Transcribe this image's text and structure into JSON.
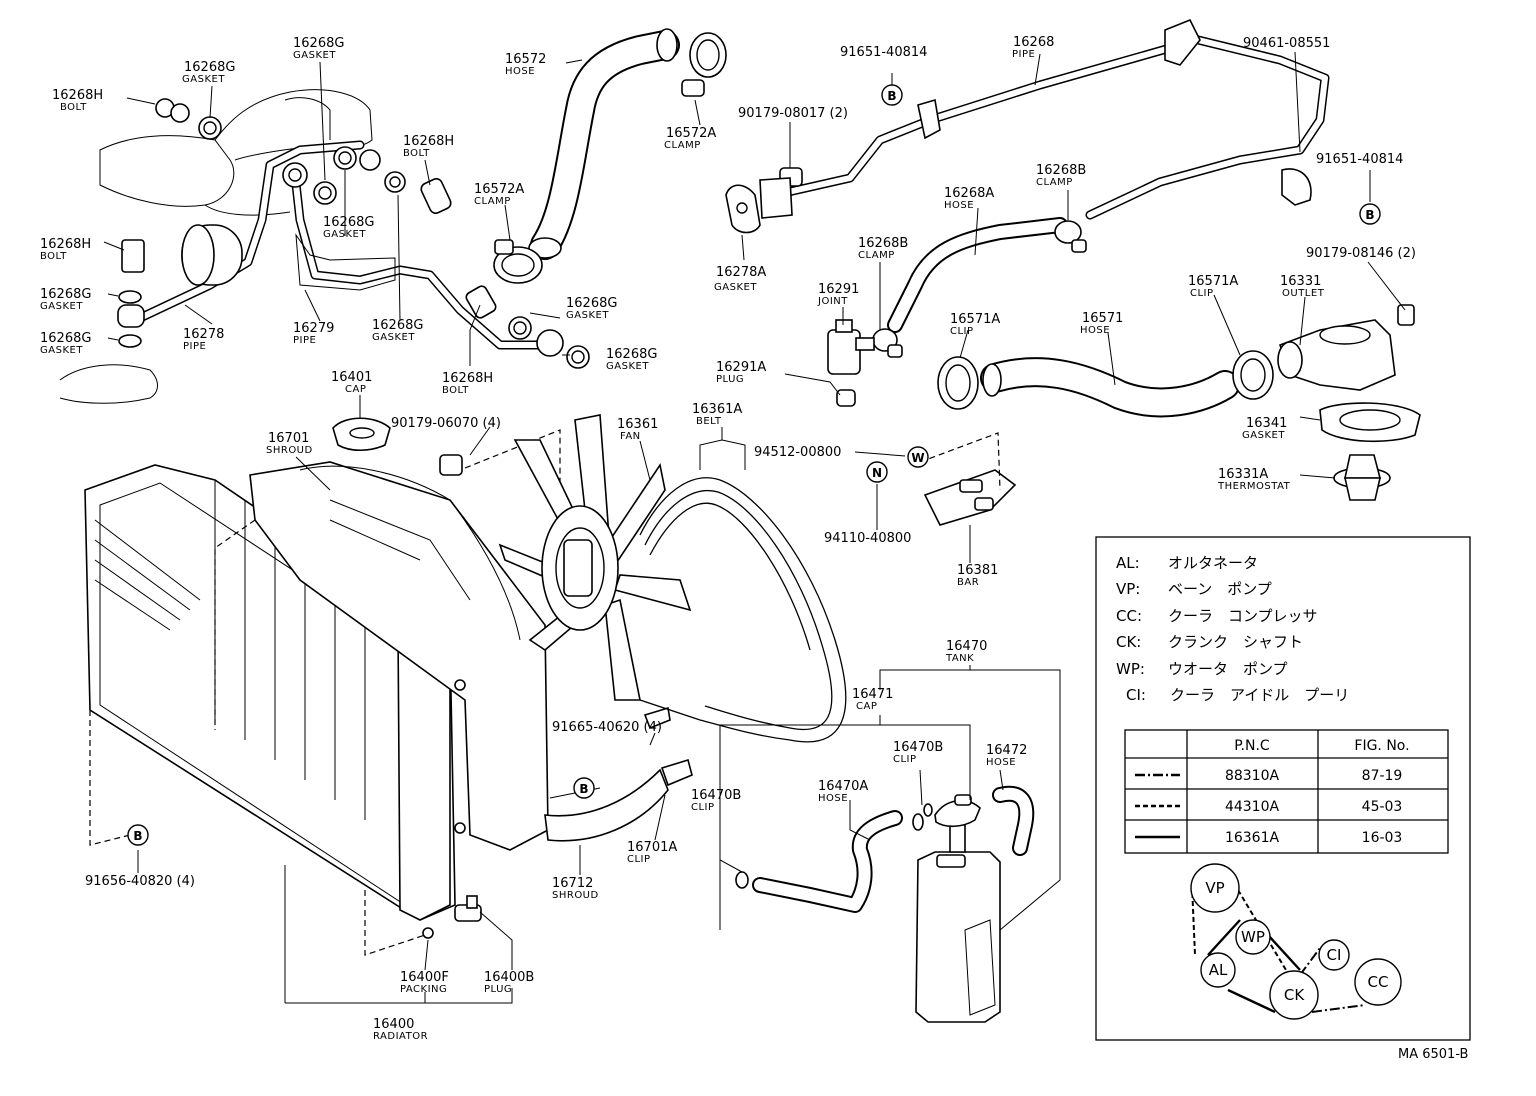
{
  "labels": {
    "l01": {
      "pn": "16268H",
      "name": "BOLT"
    },
    "l02": {
      "pn": "16268G",
      "name": "GASKET"
    },
    "l03": {
      "pn": "16268G",
      "name": "GASKET"
    },
    "l04": {
      "pn": "16268H",
      "name": "BOLT"
    },
    "l05": {
      "pn": "16268G",
      "name": "GASKET"
    },
    "l06": {
      "pn": "16268H",
      "name": "BOLT"
    },
    "l07": {
      "pn": "16268G",
      "name": "GASKET"
    },
    "l08": {
      "pn": "16268G",
      "name": "GASKET"
    },
    "l09": {
      "pn": "16278",
      "name": "PIPE"
    },
    "l10": {
      "pn": "16279",
      "name": "PIPE"
    },
    "l11": {
      "pn": "16268G",
      "name": "GASKET"
    },
    "l12": {
      "pn": "16268H",
      "name": "BOLT"
    },
    "l13": {
      "pn": "16268G",
      "name": "GASKET"
    },
    "l14": {
      "pn": "16268G",
      "name": "GASKET"
    },
    "l15": {
      "pn": "16572",
      "name": "HOSE"
    },
    "l16": {
      "pn": "16572A",
      "name": "CLAMP"
    },
    "l17": {
      "pn": "16572A",
      "name": "CLAMP"
    },
    "l18": {
      "pn": "16401",
      "name": "CAP"
    },
    "l19": {
      "pn": "90179-06070 (4)",
      "name": ""
    },
    "l20": {
      "pn": "16701",
      "name": "SHROUD"
    },
    "l21": {
      "pn": "16361",
      "name": "FAN"
    },
    "l22": {
      "pn": "16361A",
      "name": "BELT"
    },
    "l23": {
      "pn": "91651-40814",
      "name": ""
    },
    "l24": {
      "pn": "16268",
      "name": "PIPE"
    },
    "l25": {
      "pn": "90461-08551",
      "name": ""
    },
    "l26": {
      "pn": "90179-08017 (2)",
      "name": ""
    },
    "l27": {
      "pn": "16268B",
      "name": "CLAMP"
    },
    "l28": {
      "pn": "91651-40814",
      "name": ""
    },
    "l29": {
      "pn": "16268A",
      "name": "HOSE"
    },
    "l30": {
      "pn": "16278A",
      "name": "GASKET"
    },
    "l31": {
      "pn": "16268B",
      "name": "CLAMP"
    },
    "l32": {
      "pn": "90179-08146 (2)",
      "name": ""
    },
    "l33": {
      "pn": "16291",
      "name": "JOINT"
    },
    "l34": {
      "pn": "16571A",
      "name": "CLIP"
    },
    "l35": {
      "pn": "16331",
      "name": "OUTLET"
    },
    "l36": {
      "pn": "16571A",
      "name": "CLIP"
    },
    "l37": {
      "pn": "16571",
      "name": "HOSE"
    },
    "l38": {
      "pn": "16291A",
      "name": "PLUG"
    },
    "l39": {
      "pn": "16341",
      "name": "GASKET"
    },
    "l40": {
      "pn": "94512-00800",
      "name": ""
    },
    "l41": {
      "pn": "16331A",
      "name": "THERMOSTAT"
    },
    "l42": {
      "pn": "94110-40800",
      "name": ""
    },
    "l43": {
      "pn": "16381",
      "name": "BAR"
    },
    "l44": {
      "pn": "16470",
      "name": "TANK"
    },
    "l45": {
      "pn": "16471",
      "name": "CAP"
    },
    "l46": {
      "pn": "91665-40620 (4)",
      "name": ""
    },
    "l47": {
      "pn": "16470B",
      "name": "CLIP"
    },
    "l48": {
      "pn": "16472",
      "name": "HOSE"
    },
    "l49": {
      "pn": "16470A",
      "name": "HOSE"
    },
    "l50": {
      "pn": "16470B",
      "name": "CLIP"
    },
    "l51": {
      "pn": "16701A",
      "name": "CLIP"
    },
    "l52": {
      "pn": "16712",
      "name": "SHROUD"
    },
    "l53": {
      "pn": "91656-40820 (4)",
      "name": ""
    },
    "l54": {
      "pn": "16400F",
      "name": "PACKING"
    },
    "l55": {
      "pn": "16400B",
      "name": "PLUG"
    },
    "l56": {
      "pn": "16400",
      "name": "RADIATOR"
    }
  },
  "ref_markers": {
    "r1": "B",
    "r2": "B",
    "r3": "W",
    "r4": "N",
    "r5": "B",
    "r6": "B"
  },
  "legend": {
    "items": [
      {
        "code": "AL:",
        "text": "オルタネータ"
      },
      {
        "code": "VP:",
        "text": "ベーン　ポンプ"
      },
      {
        "code": "CC:",
        "text": "クーラ　コンプレッサ"
      },
      {
        "code": "CK:",
        "text": "クランク　シャフト"
      },
      {
        "code": "WP:",
        "text": "ウオータ　ポンプ"
      },
      {
        "code": "CI:",
        "text": "クーラ　アイドル　プーリ"
      }
    ],
    "table": {
      "headers": [
        "P.N.C",
        "FIG. No."
      ],
      "rows": [
        {
          "pnc": "88310A",
          "fig": "87-19"
        },
        {
          "pnc": "44310A",
          "fig": "45-03"
        },
        {
          "pnc": "16361A",
          "fig": "16-03"
        }
      ]
    },
    "pulleys": {
      "vp": "VP",
      "wp": "WP",
      "al": "AL",
      "ck": "CK",
      "ci": "CI",
      "cc": "CC"
    }
  },
  "figure_code": "MA 6501-B"
}
